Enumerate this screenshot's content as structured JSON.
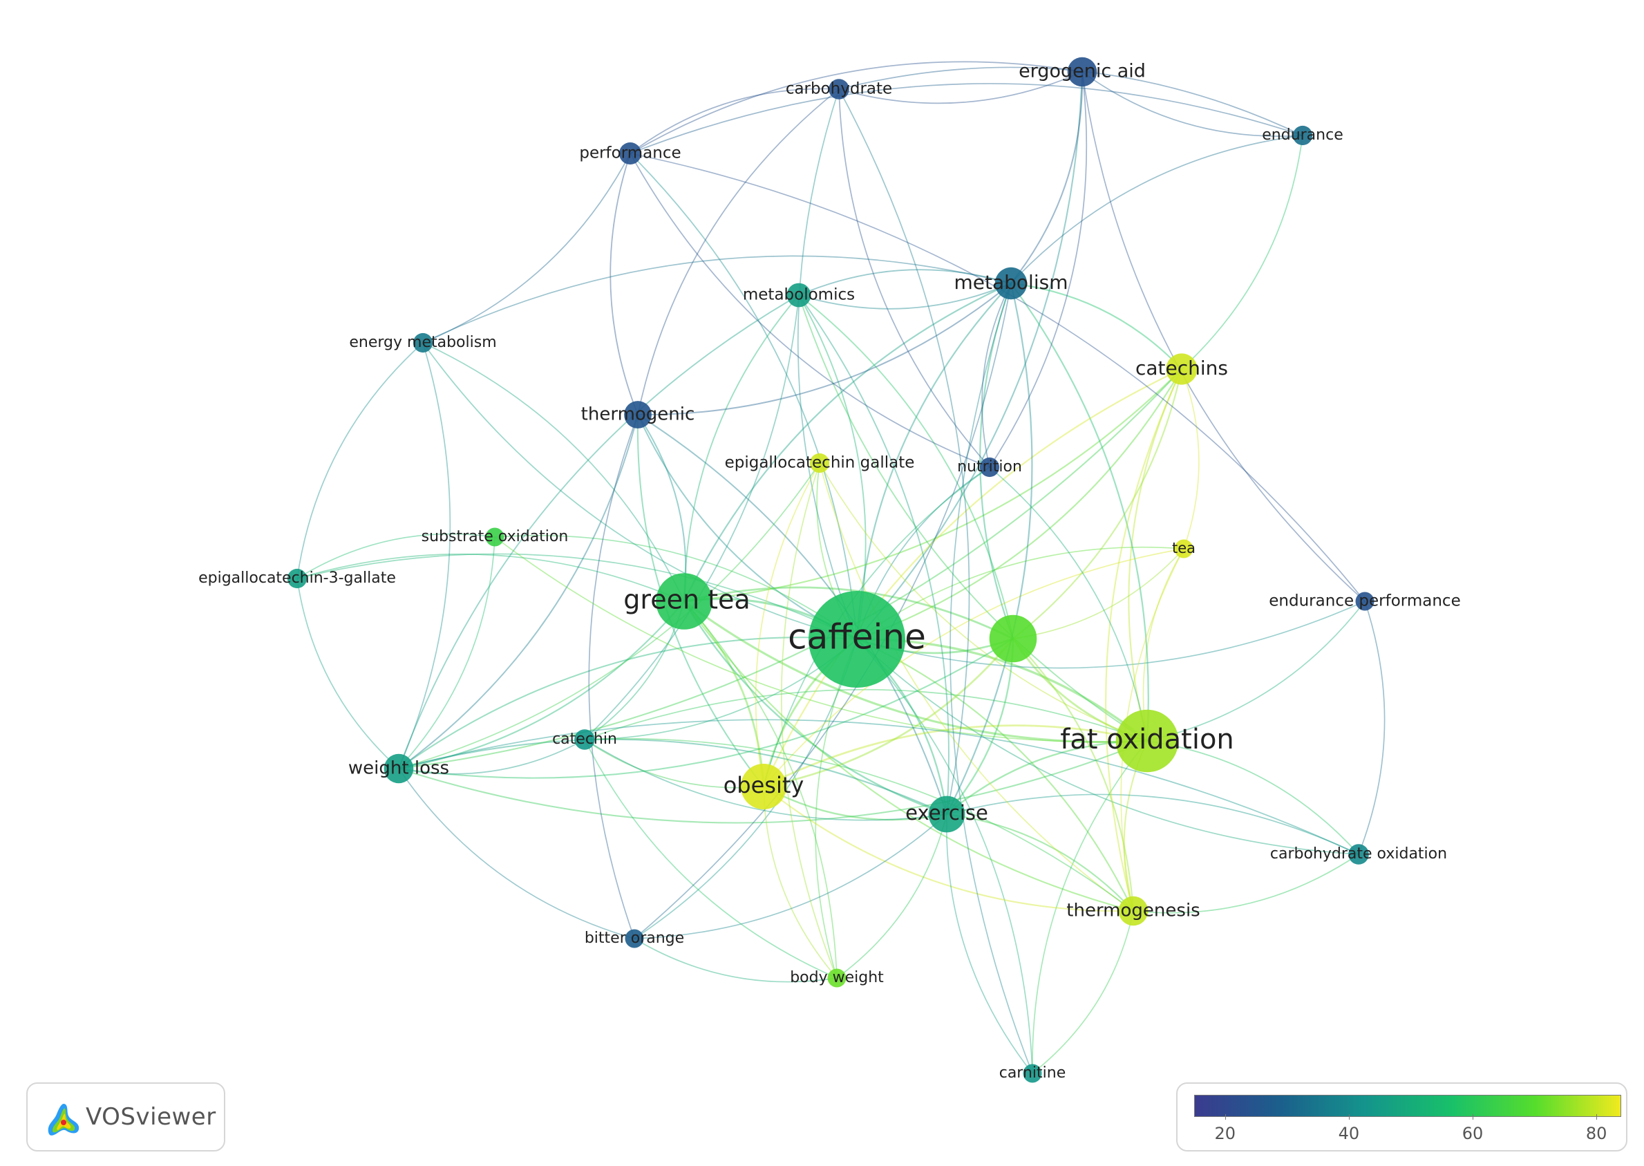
{
  "brand": {
    "name": "VOSviewer"
  },
  "colorscale": {
    "stops": [
      "#3b3b8f",
      "#1b5f8c",
      "#14948c",
      "#18c06a",
      "#56dd2c",
      "#f0ea1e"
    ],
    "min": 15,
    "max": 84,
    "ticks": [
      {
        "value": 20,
        "label": "20"
      },
      {
        "value": 40,
        "label": "40"
      },
      {
        "value": 60,
        "label": "60"
      },
      {
        "value": 80,
        "label": "80"
      }
    ]
  },
  "nodes": [
    {
      "id": "caffeine",
      "label": "caffeine",
      "weight": 10,
      "score": 58
    },
    {
      "id": "green-tea",
      "label": "green tea",
      "weight": 5.5,
      "score": 60
    },
    {
      "id": "fat-oxidation",
      "label": "fat oxidation",
      "weight": 6.2,
      "score": 77
    },
    {
      "id": "obesity",
      "label": "obesity",
      "weight": 4.3,
      "score": 82
    },
    {
      "id": "exercise",
      "label": "exercise",
      "weight": 3.3,
      "score": 48
    },
    {
      "id": "unlabeled-green",
      "label": "",
      "weight": 4.5,
      "score": 70
    },
    {
      "id": "metabolism",
      "label": "metabolism",
      "weight": 2.8,
      "score": 32
    },
    {
      "id": "catechins",
      "label": "catechins",
      "weight": 2.7,
      "score": 81
    },
    {
      "id": "thermogenesis",
      "label": "thermogenesis",
      "weight": 2.5,
      "score": 80
    },
    {
      "id": "weight-loss",
      "label": "weight loss",
      "weight": 2.5,
      "score": 46
    },
    {
      "id": "thermogenic",
      "label": "thermogenic",
      "weight": 2.3,
      "score": 25
    },
    {
      "id": "ergogenic-aid",
      "label": "ergogenic aid",
      "weight": 2.5,
      "score": 24
    },
    {
      "id": "metabolomics",
      "label": "metabolomics",
      "weight": 1.9,
      "score": 46
    },
    {
      "id": "performance",
      "label": "performance",
      "weight": 1.7,
      "score": 24
    },
    {
      "id": "carbohydrate",
      "label": "carbohydrate",
      "weight": 1.5,
      "score": 24
    },
    {
      "id": "endurance",
      "label": "endurance",
      "weight": 1.4,
      "score": 33
    },
    {
      "id": "energy-metabolism",
      "label": "energy metabolism",
      "weight": 1.4,
      "score": 36
    },
    {
      "id": "epigallocatechin-gallate",
      "label": "epigallocatechin gallate",
      "weight": 1.4,
      "score": 81
    },
    {
      "id": "nutrition",
      "label": "nutrition",
      "weight": 1.4,
      "score": 24
    },
    {
      "id": "substrate-oxidation",
      "label": "substrate oxidation",
      "weight": 1.3,
      "score": 64
    },
    {
      "id": "tea",
      "label": "tea",
      "weight": 1.3,
      "score": 82
    },
    {
      "id": "epigallocatechin-3-gallate",
      "label": "epigallocatechin-3-gallate",
      "weight": 1.4,
      "score": 46
    },
    {
      "id": "endurance-performance",
      "label": "endurance performance",
      "weight": 1.3,
      "score": 24
    },
    {
      "id": "catechin",
      "label": "catechin",
      "weight": 1.5,
      "score": 44
    },
    {
      "id": "carbohydrate-oxidation",
      "label": "carbohydrate oxidation",
      "weight": 1.5,
      "score": 40
    },
    {
      "id": "bitter-orange",
      "label": "bitter orange",
      "weight": 1.3,
      "score": 28
    },
    {
      "id": "body-weight",
      "label": "body weight",
      "weight": 1.3,
      "score": 72
    },
    {
      "id": "carnitine",
      "label": "carnitine",
      "weight": 1.3,
      "score": 44
    }
  ],
  "edges": [
    [
      "caffeine",
      "green-tea"
    ],
    [
      "caffeine",
      "fat-oxidation"
    ],
    [
      "caffeine",
      "obesity"
    ],
    [
      "caffeine",
      "exercise"
    ],
    [
      "caffeine",
      "unlabeled-green"
    ],
    [
      "caffeine",
      "metabolism"
    ],
    [
      "caffeine",
      "catechins"
    ],
    [
      "caffeine",
      "thermogenesis"
    ],
    [
      "caffeine",
      "weight-loss"
    ],
    [
      "caffeine",
      "thermogenic"
    ],
    [
      "caffeine",
      "metabolomics"
    ],
    [
      "caffeine",
      "epigallocatechin-gallate"
    ],
    [
      "caffeine",
      "substrate-oxidation"
    ],
    [
      "caffeine",
      "tea"
    ],
    [
      "caffeine",
      "epigallocatechin-3-gallate"
    ],
    [
      "caffeine",
      "catechin"
    ],
    [
      "caffeine",
      "carbohydrate-oxidation"
    ],
    [
      "caffeine",
      "bitter-orange"
    ],
    [
      "caffeine",
      "body-weight"
    ],
    [
      "caffeine",
      "carnitine"
    ],
    [
      "caffeine",
      "performance"
    ],
    [
      "caffeine",
      "carbohydrate"
    ],
    [
      "caffeine",
      "ergogenic-aid"
    ],
    [
      "caffeine",
      "nutrition"
    ],
    [
      "caffeine",
      "endurance-performance"
    ],
    [
      "caffeine",
      "energy-metabolism"
    ],
    [
      "green-tea",
      "fat-oxidation"
    ],
    [
      "green-tea",
      "obesity"
    ],
    [
      "green-tea",
      "exercise"
    ],
    [
      "green-tea",
      "weight-loss"
    ],
    [
      "green-tea",
      "catechins"
    ],
    [
      "green-tea",
      "metabolomics"
    ],
    [
      "green-tea",
      "thermogenic"
    ],
    [
      "green-tea",
      "catechin"
    ],
    [
      "green-tea",
      "epigallocatechin-3-gallate"
    ],
    [
      "green-tea",
      "unlabeled-green"
    ],
    [
      "green-tea",
      "thermogenesis"
    ],
    [
      "green-tea",
      "body-weight"
    ],
    [
      "green-tea",
      "energy-metabolism"
    ],
    [
      "green-tea",
      "metabolism"
    ],
    [
      "fat-oxidation",
      "exercise"
    ],
    [
      "fat-oxidation",
      "catechins"
    ],
    [
      "fat-oxidation",
      "thermogenesis"
    ],
    [
      "fat-oxidation",
      "unlabeled-green"
    ],
    [
      "fat-oxidation",
      "obesity"
    ],
    [
      "fat-oxidation",
      "tea"
    ],
    [
      "fat-oxidation",
      "metabolism"
    ],
    [
      "fat-oxidation",
      "carbohydrate-oxidation"
    ],
    [
      "fat-oxidation",
      "endurance-performance"
    ],
    [
      "fat-oxidation",
      "epigallocatechin-gallate"
    ],
    [
      "fat-oxidation",
      "carnitine"
    ],
    [
      "fat-oxidation",
      "metabolomics"
    ],
    [
      "fat-oxidation",
      "catechin"
    ],
    [
      "fat-oxidation",
      "weight-loss"
    ],
    [
      "obesity",
      "exercise"
    ],
    [
      "obesity",
      "catechins"
    ],
    [
      "obesity",
      "thermogenesis"
    ],
    [
      "obesity",
      "epigallocatechin-gallate"
    ],
    [
      "obesity",
      "unlabeled-green"
    ],
    [
      "obesity",
      "catechin"
    ],
    [
      "obesity",
      "body-weight"
    ],
    [
      "obesity",
      "tea"
    ],
    [
      "exercise",
      "metabolism"
    ],
    [
      "exercise",
      "thermogenesis"
    ],
    [
      "exercise",
      "carnitine"
    ],
    [
      "exercise",
      "carbohydrate-oxidation"
    ],
    [
      "exercise",
      "metabolomics"
    ],
    [
      "exercise",
      "catechin"
    ],
    [
      "exercise",
      "weight-loss"
    ],
    [
      "exercise",
      "bitter-orange"
    ],
    [
      "exercise",
      "unlabeled-green"
    ],
    [
      "exercise",
      "body-weight"
    ],
    [
      "unlabeled-green",
      "catechins"
    ],
    [
      "unlabeled-green",
      "metabolism"
    ],
    [
      "unlabeled-green",
      "tea"
    ],
    [
      "unlabeled-green",
      "thermogenesis"
    ],
    [
      "unlabeled-green",
      "metabolomics"
    ],
    [
      "unlabeled-green",
      "weight-loss"
    ],
    [
      "metabolism",
      "ergogenic-aid"
    ],
    [
      "metabolism",
      "endurance"
    ],
    [
      "metabolism",
      "metabolomics"
    ],
    [
      "metabolism",
      "thermogenic"
    ],
    [
      "metabolism",
      "nutrition"
    ],
    [
      "metabolism",
      "catechins"
    ],
    [
      "ergogenic-aid",
      "endurance"
    ],
    [
      "ergogenic-aid",
      "carbohydrate"
    ],
    [
      "ergogenic-aid",
      "performance"
    ],
    [
      "ergogenic-aid",
      "nutrition"
    ],
    [
      "ergogenic-aid",
      "endurance-performance"
    ],
    [
      "performance",
      "carbohydrate"
    ],
    [
      "performance",
      "thermogenic"
    ],
    [
      "performance",
      "energy-metabolism"
    ],
    [
      "performance",
      "nutrition"
    ],
    [
      "performance",
      "endurance"
    ],
    [
      "carbohydrate",
      "nutrition"
    ],
    [
      "carbohydrate",
      "exercise"
    ],
    [
      "carbohydrate",
      "thermogenic"
    ],
    [
      "endurance",
      "catechins"
    ],
    [
      "endurance",
      "carbohydrate"
    ],
    [
      "energy-metabolism",
      "weight-loss"
    ],
    [
      "energy-metabolism",
      "epigallocatechin-3-gallate"
    ],
    [
      "energy-metabolism",
      "metabolism"
    ],
    [
      "thermogenic",
      "bitter-orange"
    ],
    [
      "thermogenic",
      "weight-loss"
    ],
    [
      "thermogenic",
      "obesity"
    ],
    [
      "thermogenic",
      "exercise"
    ],
    [
      "metabolomics",
      "weight-loss"
    ],
    [
      "metabolomics",
      "catechin"
    ],
    [
      "metabolomics",
      "metabolism"
    ],
    [
      "catechins",
      "tea"
    ],
    [
      "catechins",
      "thermogenesis"
    ],
    [
      "catechins",
      "weight-loss"
    ],
    [
      "epigallocatechin-gallate",
      "thermogenesis"
    ],
    [
      "epigallocatechin-gallate",
      "weight-loss"
    ],
    [
      "epigallocatechin-3-gallate",
      "weight-loss"
    ],
    [
      "epigallocatechin-3-gallate",
      "substrate-oxidation"
    ],
    [
      "substrate-oxidation",
      "fat-oxidation"
    ],
    [
      "substrate-oxidation",
      "weight-loss"
    ],
    [
      "tea",
      "thermogenesis"
    ],
    [
      "endurance-performance",
      "carbohydrate-oxidation"
    ],
    [
      "endurance-performance",
      "performance"
    ],
    [
      "carbohydrate-oxidation",
      "thermogenesis"
    ],
    [
      "carbohydrate-oxidation",
      "weight-loss"
    ],
    [
      "catechin",
      "weight-loss"
    ],
    [
      "catechin",
      "body-weight"
    ],
    [
      "catechin",
      "thermogenesis"
    ],
    [
      "bitter-orange",
      "body-weight"
    ],
    [
      "bitter-orange",
      "weight-loss"
    ],
    [
      "bitter-orange",
      "metabolism"
    ],
    [
      "carnitine",
      "metabolism"
    ],
    [
      "carnitine",
      "thermogenesis"
    ],
    [
      "nutrition",
      "fat-oxidation"
    ],
    [
      "nutrition",
      "obesity"
    ],
    [
      "body-weight",
      "epigallocatechin-gallate"
    ]
  ]
}
